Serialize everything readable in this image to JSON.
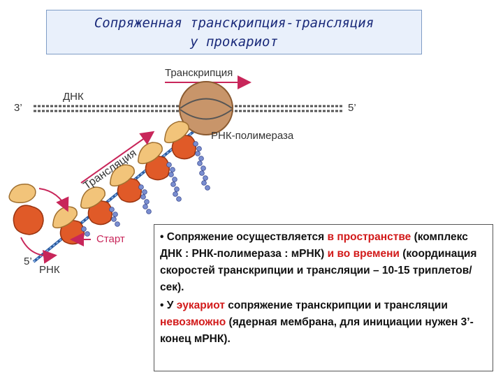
{
  "title": {
    "line1": "Сопряженная транскрипция-трансляция",
    "line2": "у прокариот"
  },
  "diagram": {
    "transcription_label": "Транскрипция",
    "dna_label": "ДНК",
    "dna_left_end": "3’",
    "dna_right_end": "5’",
    "rna_polymerase_label": "РНК-полимераза",
    "translation_label": "Трансляция",
    "start_label": "Старт",
    "rna_end": "5’",
    "rna_label": "РНК"
  },
  "info": {
    "p1_bullet": "•",
    "p1_a": "Сопряжение осуществляется ",
    "p1_b": "в пространстве",
    "p1_c": " (комплекс ДНК : РНК-полимераза : мРНК) ",
    "p1_d": "и во времени",
    "p1_e": " (координация скоростей транскрипции и трансляции – 10-15 триплетов/сек).",
    "p2_bullet": "•",
    "p2_a": " У ",
    "p2_b": "эукариот",
    "p2_c": " сопряжение транскрипции и трансляции ",
    "p2_d": "невозможно",
    "p2_e": " (ядерная мембрана, для инициации нужен 3’-конец мРНК)."
  },
  "colors": {
    "title_text": "#1a2a7a",
    "title_bg": "#e9f0fb",
    "polymerase": "#c8956a",
    "ribosome_large": "#e05a28",
    "ribosome_small": "#f2c47a",
    "mrna": "#5a8ed0",
    "arrow": "#c8265a",
    "emphasis": "#d21a1a"
  }
}
